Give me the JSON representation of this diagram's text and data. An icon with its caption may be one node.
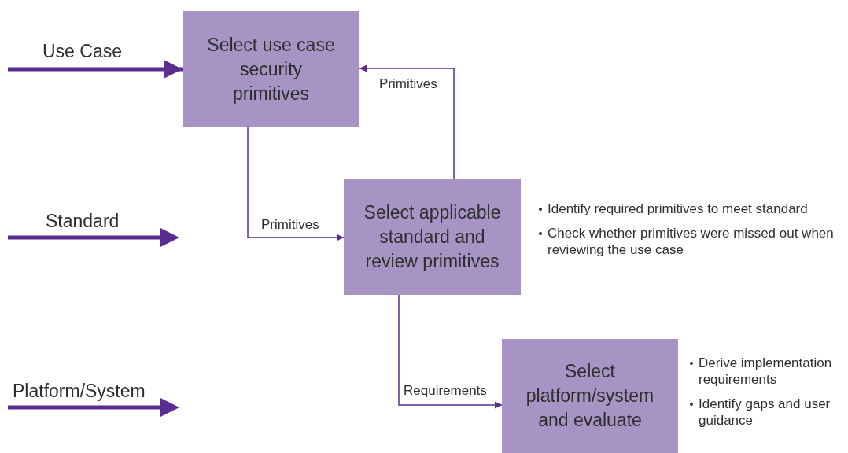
{
  "diagram": {
    "nodes": [
      {
        "text": [
          "Select use case security primitives"
        ]
      },
      {
        "text": [
          "Select applicable standard and review primitives"
        ],
        "beside": [
          "Identify required primitives to meet standard",
          "Check whether primitives were missed out when reviewing the use case"
        ]
      },
      {
        "text": [
          "Select platform/system and evaluate"
        ],
        "beside": [
          "Derive implementation requirements",
          "Identify gaps and user guidance"
        ]
      }
    ],
    "edges": [
      {
        "from": null,
        "to": 0,
        "arrow": "to",
        "label": "Use Case",
        "style": "thick"
      },
      {
        "from": 0,
        "to": 1,
        "arrow": "to",
        "label": "Primitives"
      },
      {
        "from": 1,
        "to": 0,
        "arrow": "to",
        "label": "Primitives"
      },
      {
        "from": 1,
        "to": 2,
        "arrow": "to",
        "label": "Requirements"
      }
    ],
    "labels": [
      "Standard",
      "Platform/System"
    ]
  }
}
